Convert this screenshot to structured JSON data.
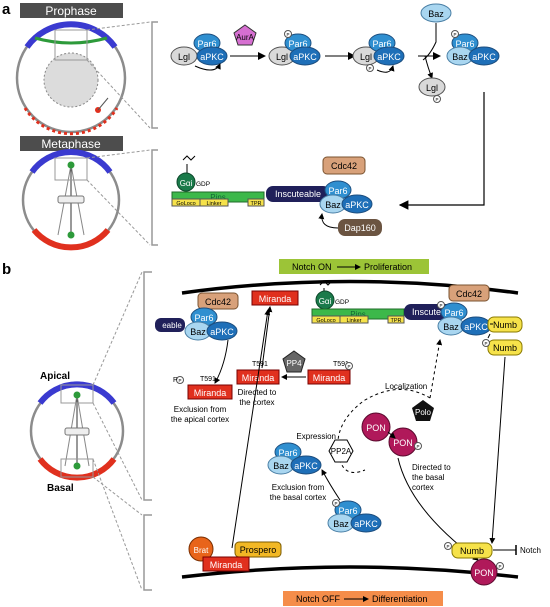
{
  "panel_a": {
    "label": "a",
    "prophase": "Prophase",
    "metaphase": "Metaphase",
    "aura": "AurA",
    "baz": "Baz",
    "par6": "Par6",
    "apkc": "aPKC",
    "lgl": "Lgl",
    "p": "P",
    "gai": "Gαi",
    "gdp": "GDP",
    "pins": "Pins",
    "goloco": "GoLoco",
    "linker": "Linker",
    "tpr": "TPR",
    "insc": "Inscuteable",
    "cdc42": "Cdc42",
    "dap160": "Dap160"
  },
  "panel_b": {
    "label": "b",
    "notch_on": "Notch ON",
    "proliferation": "Proliferation",
    "notch_off": "Notch OFF",
    "differentiation": "Differentiation",
    "apical": "Apical",
    "basal": "Basal",
    "cdc42": "Cdc42",
    "miranda": "Miranda",
    "par6": "Par6",
    "apkc": "aPKC",
    "baz": "Baz",
    "insc_partial": "eable",
    "insc": "Inscuteable",
    "gai": "Gαi",
    "gdp": "GDP",
    "pins": "Pins",
    "goloco": "GoLoco",
    "linker": "Linker",
    "tpr": "TPR",
    "numb": "Numb",
    "t591": "T591",
    "p": "P",
    "pp4": "PP4",
    "polo": "Polo",
    "pon": "PON",
    "pp2a": "PP2A",
    "localization": "Localization",
    "expression": "Expression",
    "excl_apical_1": "Exclusion from",
    "excl_apical_2": "the apical cortex",
    "directed_cortex_1": "Directed to",
    "directed_cortex_2": "the cortex",
    "directed_basal_1": "Directed to",
    "directed_basal_2": "the basal",
    "directed_basal_3": "cortex",
    "excl_basal_1": "Exclusion from",
    "excl_basal_2": "the basal cortex",
    "brat": "Brat",
    "prospero": "Prospero",
    "notch": "Notch"
  },
  "colors": {
    "par6": "#2f8fd0",
    "apkc": "#1e6fb8",
    "baz": "#a9d6f0",
    "lgl": "#d9d9d9",
    "aura": "#d66fd1",
    "gai": "#1a7a4a",
    "pins": "#3cb84a",
    "insc": "#20205a",
    "cdc42": "#d8a17a",
    "dap160": "#6b5441",
    "miranda": "#e0301e",
    "numb": "#f6e24a",
    "pon": "#b0195a",
    "brat": "#e8641a",
    "prospero": "#f2b825",
    "notch_on": "#9cc437",
    "notch_off": "#f58d4a",
    "header": "#4d4d4d"
  }
}
